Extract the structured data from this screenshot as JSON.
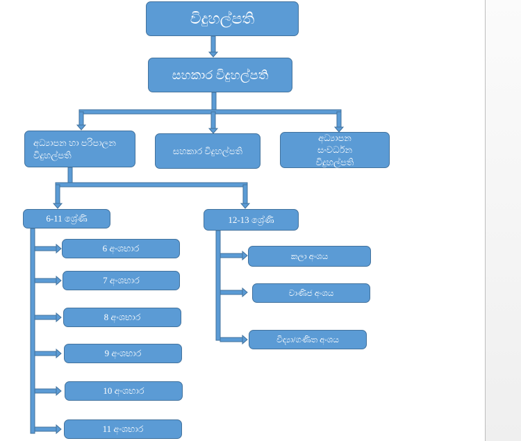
{
  "diagram": {
    "title": "විදුහල්පති",
    "level1": "සහකාර විදුහල්පති",
    "level2": [
      "අධ්‍යාපන හා පරිපාලන විදුහල්පති",
      "සහකාර විදුහල්පති",
      "අධ්‍යාපන සංවර්ධන විදුහල්පති"
    ],
    "grades": {
      "junior": {
        "label": "6-11 ශ්‍රේණි",
        "sections": [
          "6 අංශභාර",
          "7 අංශභාර",
          "8 අංශභාර",
          "9 අංශභාර",
          "10 අංශභාර",
          "11 අංශභාර"
        ]
      },
      "senior": {
        "label": "12-13 ශ්‍රේණි",
        "streams": [
          "කලා අංශය",
          "වාණිජ අංශය",
          "විද්‍යා/ගණිත අංශය"
        ]
      }
    },
    "colors": {
      "box_fill": "#5b9bd5",
      "box_border": "#41719c",
      "connector_fill": "#5b9bd5",
      "connector_outline": "#41719c",
      "text": "#ffffff"
    }
  }
}
